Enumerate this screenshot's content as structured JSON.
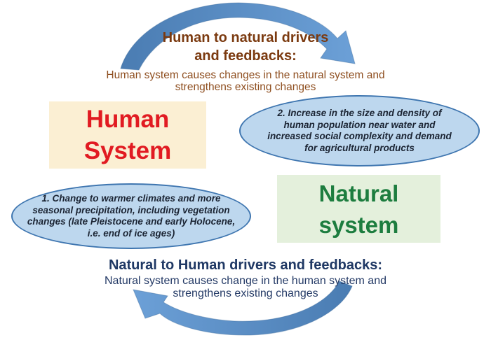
{
  "colors": {
    "arrowDark": "#4A7CB2",
    "arrowLight": "#6CA0D7",
    "arrowEdge": "#3E6D9E",
    "topHeading": "#7B3A10",
    "topBody": "#8E4E1F",
    "humanBg": "#FBEFD3",
    "humanText": "#E11B22",
    "naturalBg": "#E4F0DC",
    "naturalText": "#1D7D3F",
    "bubbleBg": "#BDD7EE",
    "bubbleBorder": "#3F76B0",
    "bubbleText": "#1B2433",
    "bottomHeading": "#1F3864",
    "bottomBody": "#243A66"
  },
  "top_flow": {
    "heading_line1": "Human to natural drivers",
    "heading_line2": "and feedbacks:",
    "body_line1": "Human system causes changes in the natural system and",
    "body_line2": "strengthens existing changes"
  },
  "human_system": {
    "line1": "Human",
    "line2": "System"
  },
  "natural_system": {
    "line1": "Natural",
    "line2": "system"
  },
  "bubble_2": {
    "lines": [
      "2. Increase in the size and density of",
      "human population near water and",
      "increased social complexity and demand",
      "for agricultural products"
    ]
  },
  "bubble_1": {
    "lines": [
      "1. Change to warmer climates and more",
      "seasonal precipitation, including vegetation",
      "changes (late Pleistocene and early Holocene,",
      "i.e. end of ice ages)"
    ]
  },
  "bottom_flow": {
    "heading": "Natural to Human drivers and feedbacks:",
    "body_line1": "Natural system causes change in the human system and",
    "body_line2": "strengthens existing changes"
  }
}
